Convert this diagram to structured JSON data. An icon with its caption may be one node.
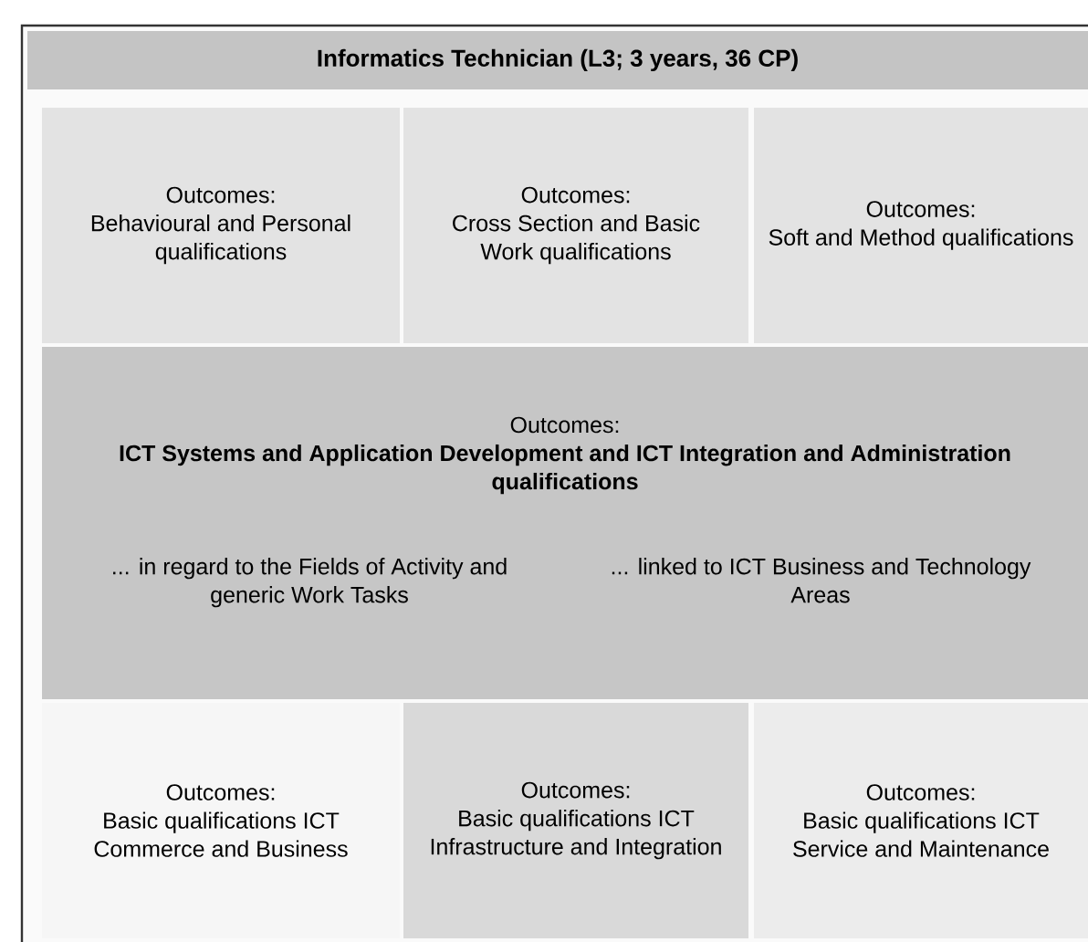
{
  "diagram": {
    "nodes": [
      {
        "text": [
          "Informatics Technician (L3; 3 years, 36 CP)"
        ]
      },
      {
        "text": [
          "Outcomes:",
          "Behavioural and Personal qualifications"
        ]
      },
      {
        "text": [
          "Outcomes:",
          "Cross Section and Basic Work qualifications"
        ]
      },
      {
        "text": [
          "Outcomes:",
          "Soft and Method qualifications"
        ]
      },
      {
        "text": [
          "Outcomes:",
          "ICT Systems and Application Development and ICT Integration and Administration qualifications",
          "... in regard to the Fields of Activity and generic Work Tasks",
          "... linked to ICT Business and Technology Areas"
        ]
      },
      {
        "text": [
          "Outcomes:",
          "Basic qualifications ICT Commerce and Business"
        ]
      },
      {
        "text": [
          "Outcomes:",
          "Basic qualifications ICT Infrastructure and Integration"
        ]
      },
      {
        "text": [
          "Outcomes:",
          "Basic qualifications ICT Service and Maintenance"
        ]
      }
    ]
  }
}
